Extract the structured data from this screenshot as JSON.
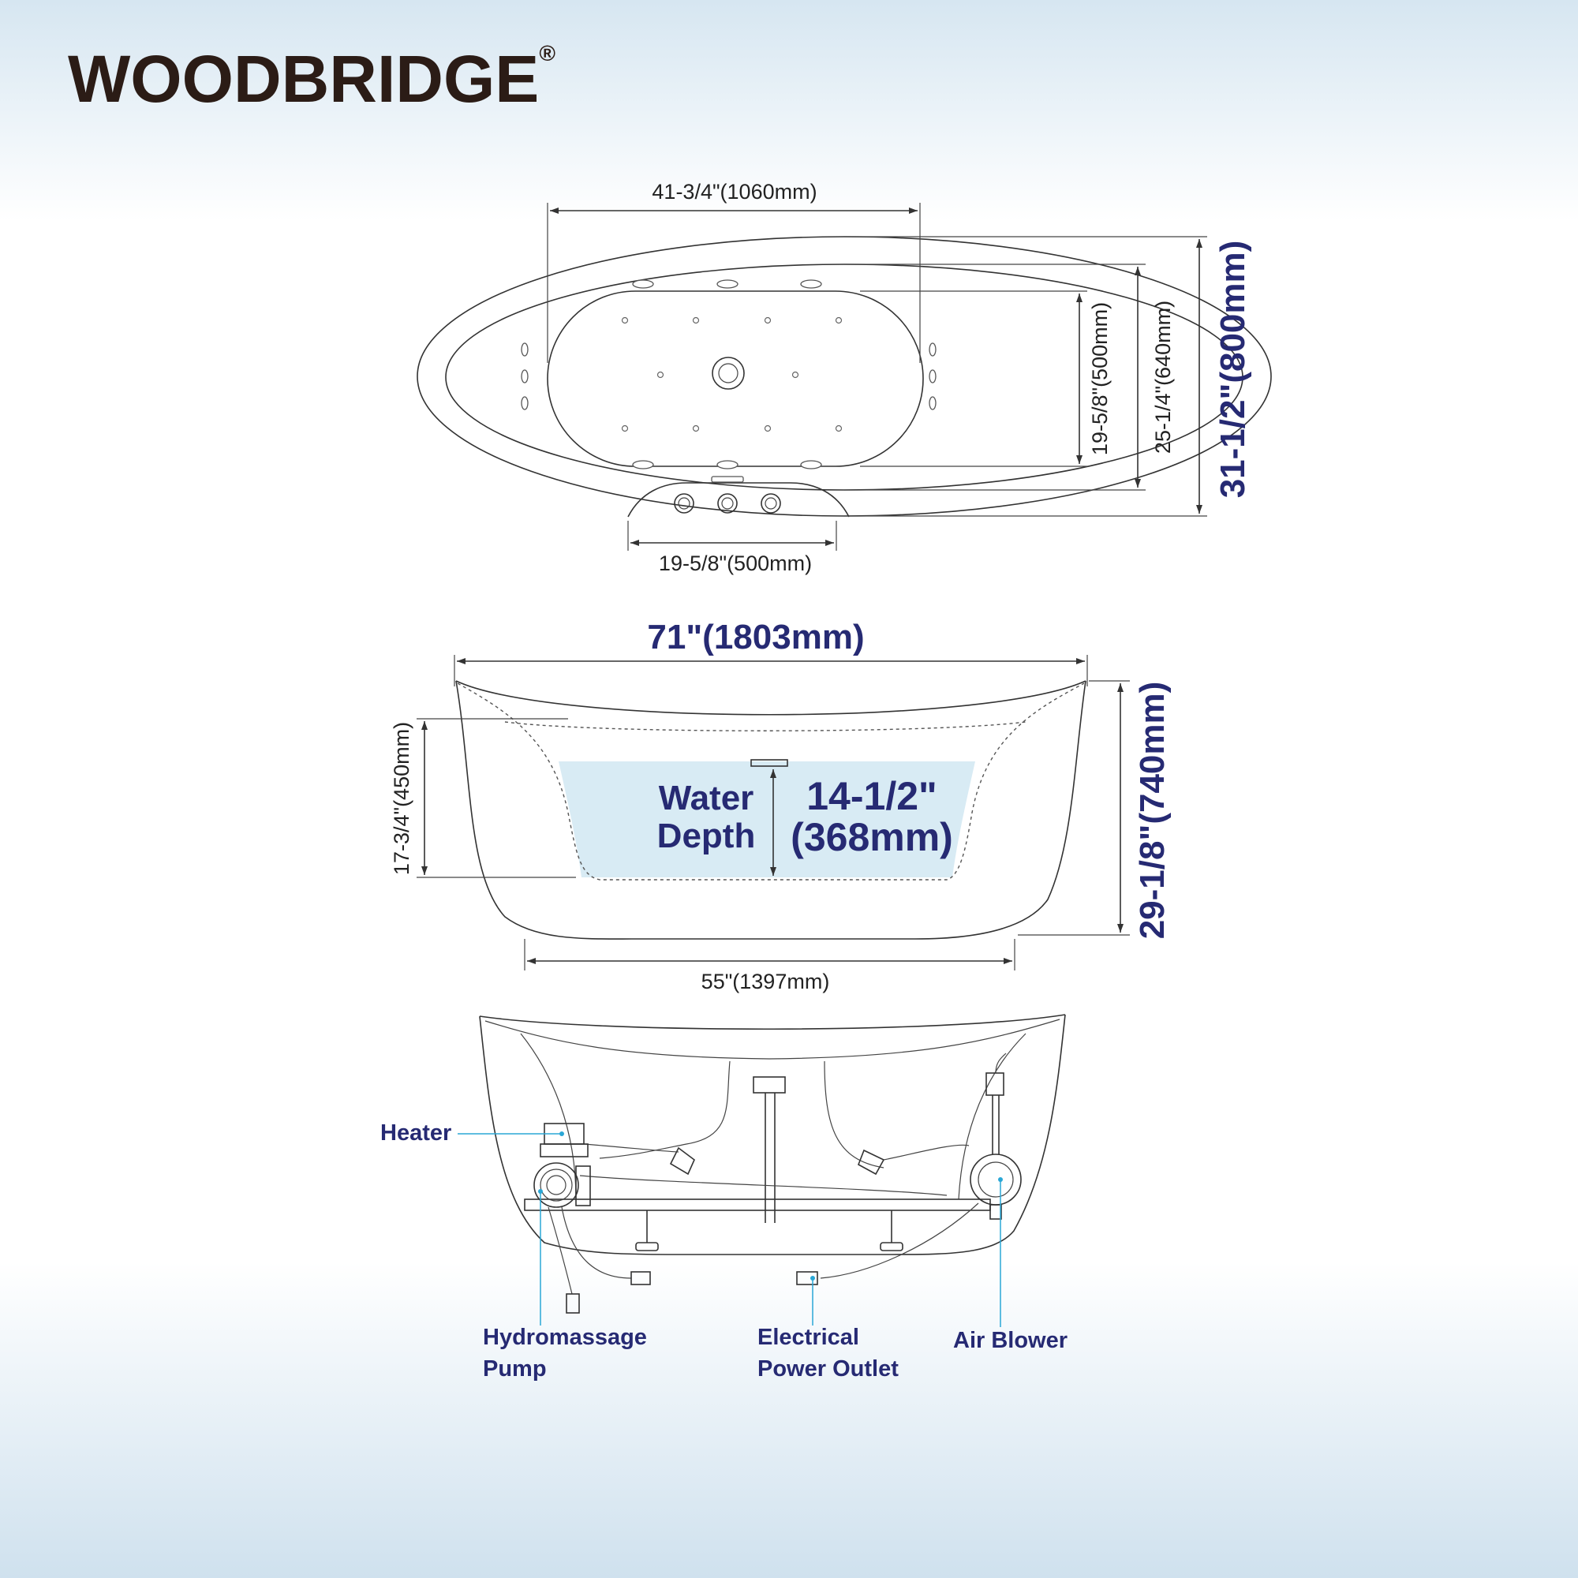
{
  "brand": {
    "name": "WOODBRIDGE",
    "mark": "®"
  },
  "top_view": {
    "inner_length": "41-3/4\"(1060mm)",
    "basin_width": "19-5/8\"(500mm)",
    "inner_width": "25-1/4\"(640mm)",
    "overall_width": "31-1/2\"(800mm)",
    "panel_width": "19-5/8\"(500mm)"
  },
  "side_view": {
    "overall_length": "71\"(1803mm)",
    "interior_depth": "17-3/4\"(450mm)",
    "overall_height": "29-1/8\"(740mm)",
    "base_length": "55\"(1397mm)",
    "water_label_1": "Water",
    "water_label_2": "Depth",
    "water_depth_1": "14-1/2\"",
    "water_depth_2": "(368mm)"
  },
  "components": {
    "heater": "Heater",
    "pump_1": "Hydromassage",
    "pump_2": "Pump",
    "outlet_1": "Electrical",
    "outlet_2": "Power  Outlet",
    "blower": "Air  Blower"
  },
  "colors": {
    "accent": "#262a73",
    "water": "#d8ebf4",
    "leader": "#2aa7d6"
  }
}
